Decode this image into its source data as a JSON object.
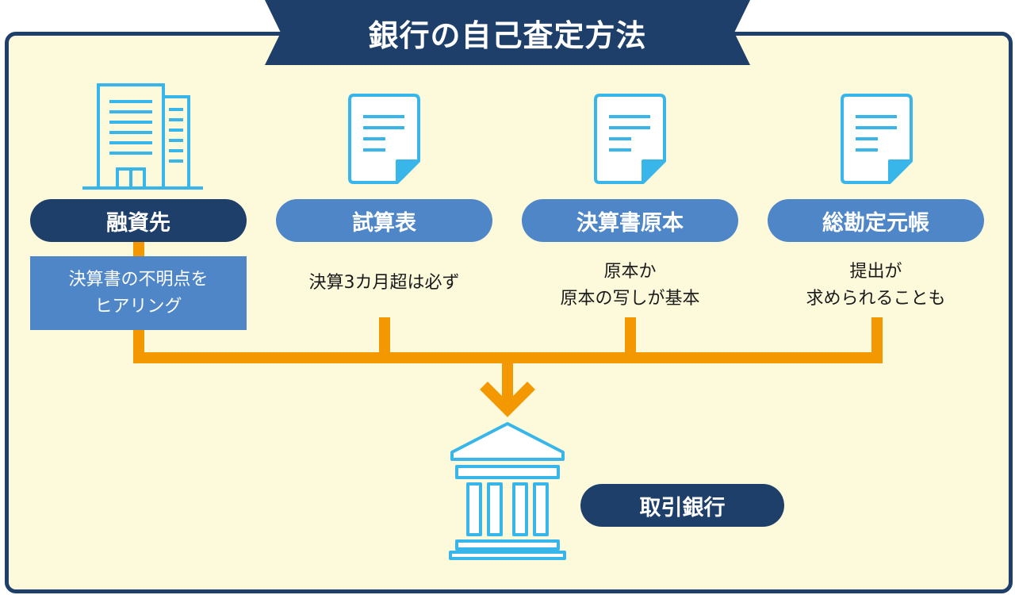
{
  "title": "銀行の自己査定方法",
  "colors": {
    "navy": "#1f3f6b",
    "blue": "#4f86c7",
    "panel_bg": "#fdfadc",
    "connector": "#f39800",
    "icon_line": "#39b6e9"
  },
  "sources": [
    {
      "label": "融資先",
      "icon": "office-building-icon",
      "note": [
        "決算書の不明点を",
        "ヒアリング"
      ]
    },
    {
      "label": "試算表",
      "icon": "document-icon",
      "note": [
        "決算3カ月超は必ず"
      ]
    },
    {
      "label": "決算書原本",
      "icon": "document-icon",
      "note": [
        "原本か",
        "原本の写しが基本"
      ]
    },
    {
      "label": "総勘定元帳",
      "icon": "document-icon",
      "note": [
        "提出が",
        "求められることも"
      ]
    }
  ],
  "destination": {
    "label": "取引銀行",
    "icon": "bank-icon"
  }
}
